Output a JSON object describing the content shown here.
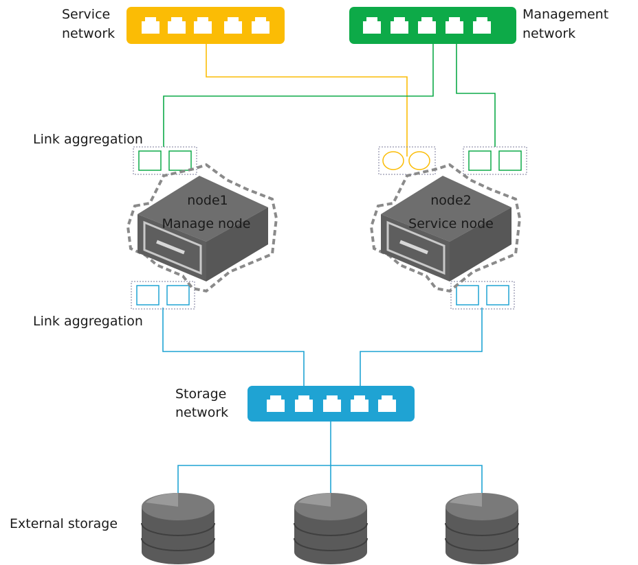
{
  "colors": {
    "service": "#FBBC05",
    "management": "#0DAA48",
    "storage": "#1FA3D3",
    "server_body": "#6e6e6e",
    "server_outline": "#8a8a8a",
    "disk": "#6a6a6a"
  },
  "labels": {
    "service_network": [
      "Service",
      "network"
    ],
    "management_network": [
      "Management",
      "network"
    ],
    "storage_network": [
      "Storage",
      "network"
    ],
    "link_aggregation_top": "Link aggregation",
    "link_aggregation_bottom": "Link aggregation",
    "external_storage": "External storage"
  },
  "nodes": [
    {
      "name": "node1",
      "role": "Manage node"
    },
    {
      "name": "node2",
      "role": "Service node"
    }
  ],
  "switch_port_count": 5,
  "icons": [
    "network-switch-icon",
    "server-icon",
    "storage-disk-icon",
    "network-port-icon"
  ]
}
